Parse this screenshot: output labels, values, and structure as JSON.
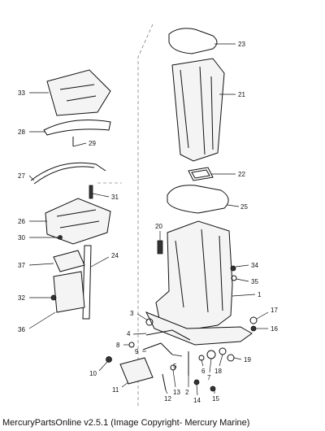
{
  "footer": {
    "text": "MercuryPartsOnline v2.5.1 (Image Copyright- Mercury Marine)"
  },
  "callouts": {
    "c1": "1",
    "c2": "2",
    "c3": "3",
    "c4": "4",
    "c5": "5",
    "c6": "6",
    "c7": "7",
    "c8": "8",
    "c9": "9",
    "c10": "10",
    "c11": "11",
    "c12": "12",
    "c13": "13",
    "c14": "14",
    "c15": "15",
    "c16": "16",
    "c17": "17",
    "c18": "18",
    "c19": "19",
    "c20": "20",
    "c21": "21",
    "c22": "22",
    "c23": "23",
    "c24": "24",
    "c25": "25",
    "c26": "26",
    "c27": "27",
    "c28": "28",
    "c29": "29",
    "c30": "30",
    "c31": "31",
    "c32": "32",
    "c33": "33",
    "c34": "34",
    "c35": "35",
    "c36": "36",
    "c37": "37"
  }
}
